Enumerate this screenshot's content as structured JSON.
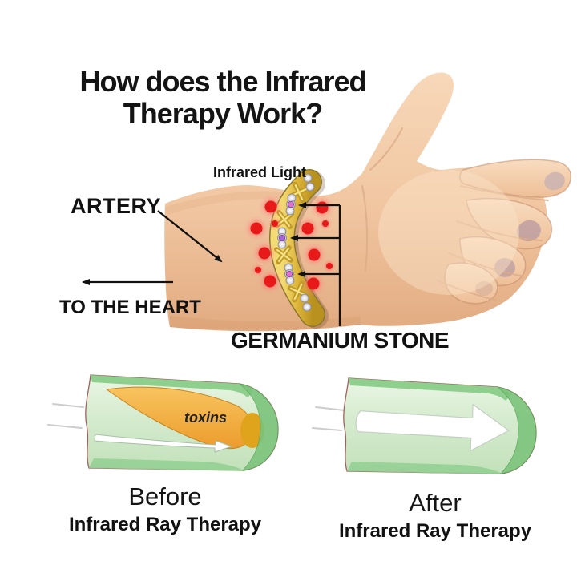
{
  "title": {
    "line1": "How does the Infrared",
    "line2": "Therapy Work?"
  },
  "wrist_diagram": {
    "infrared_light_label": "Infrared Light",
    "artery_label": "ARTERY",
    "to_the_heart_label": "TO THE HEART",
    "germanium_stone_label": "GERMANIUM STONE"
  },
  "comparison": {
    "before": {
      "title": "Before",
      "subtitle": "Infrared Ray Therapy",
      "toxins_label": "toxins"
    },
    "after": {
      "title": "After",
      "subtitle": "Infrared Ray Therapy"
    }
  },
  "colors": {
    "background": "#ffffff",
    "label_text": "#111111",
    "skin": "#f1c7a2",
    "infrared_dot": "#e81919",
    "bracelet_gold": "#d8ad32",
    "bracelet_silver": "#e6e6ee",
    "gem_pink": "#dd74cf",
    "gem_purple": "#a566d8",
    "tube_green_light": "#d9eed3",
    "tube_green_dark": "#7cc47c",
    "toxins_orange": "#f1a83c",
    "flow_arrow": "#ffffff"
  }
}
